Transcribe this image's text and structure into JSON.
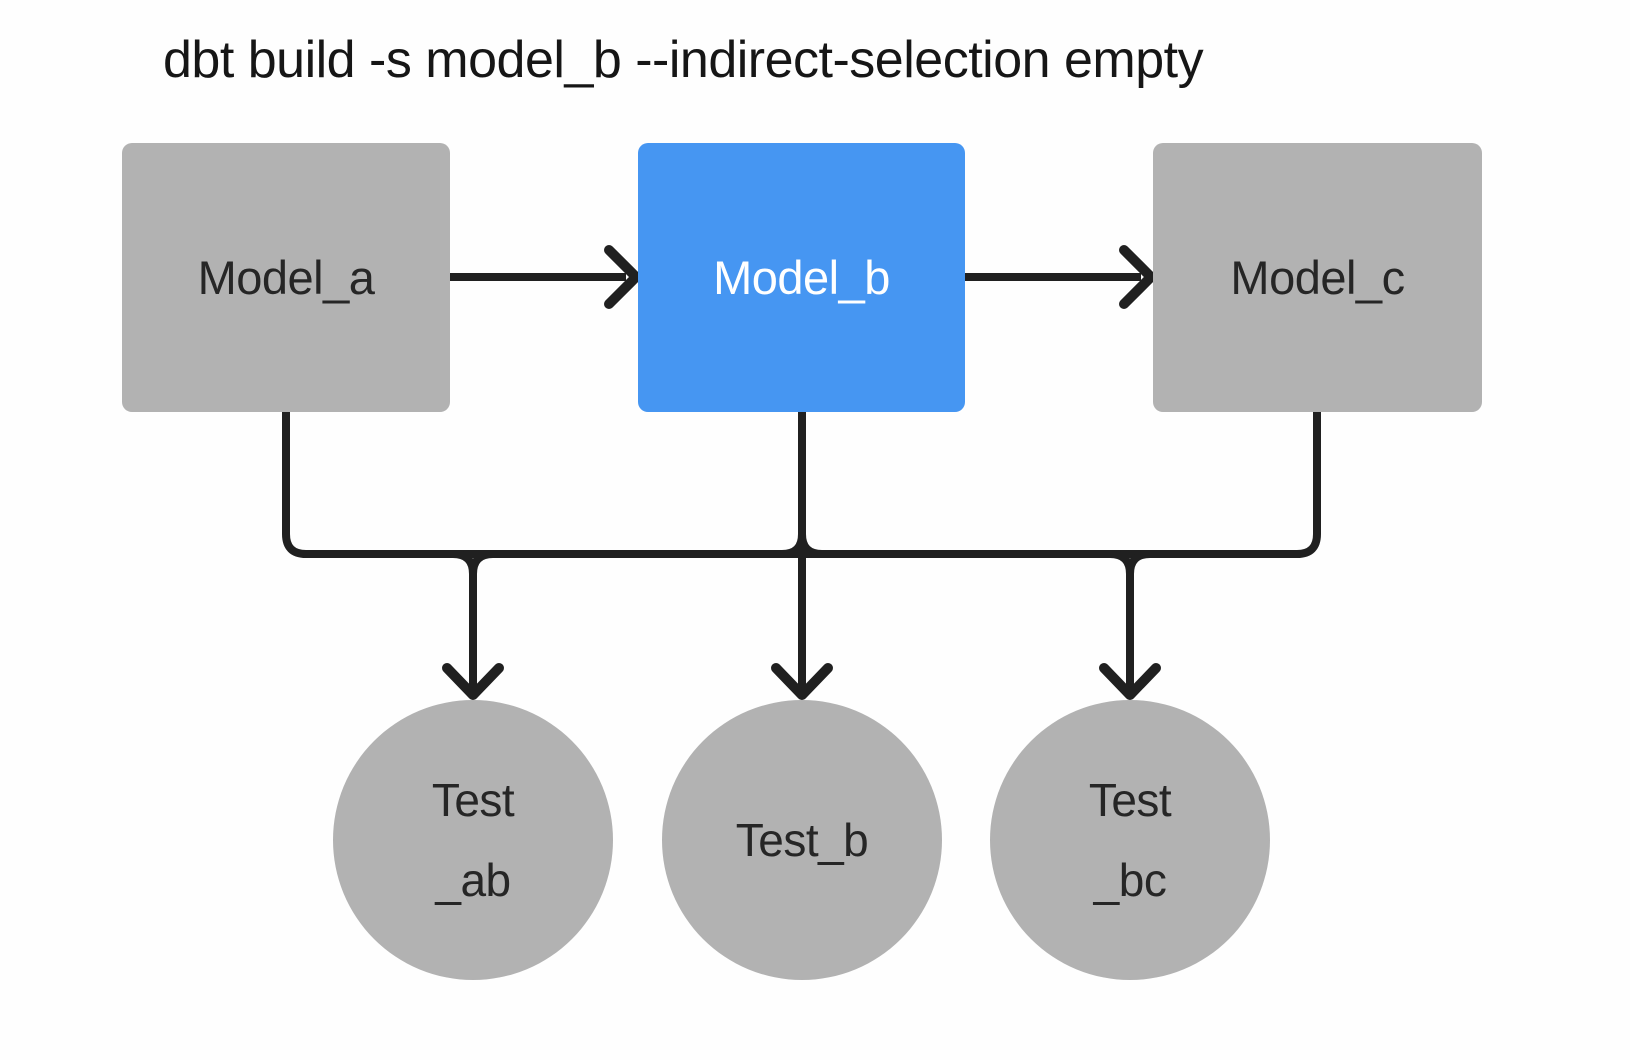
{
  "title": "dbt build -s model_b --indirect-selection empty",
  "colors": {
    "background": "#fefefe",
    "model_default_fill": "#b2b2b2",
    "model_selected_fill": "#4696f2",
    "model_default_text": "#262626",
    "model_selected_text": "#ffffff",
    "connector_stroke": "#202020",
    "title_text": "#161616"
  },
  "diagram": {
    "models": [
      {
        "id": "model_a",
        "label": "Model_a",
        "selected": false
      },
      {
        "id": "model_b",
        "label": "Model_b",
        "selected": true
      },
      {
        "id": "model_c",
        "label": "Model_c",
        "selected": false
      }
    ],
    "tests": [
      {
        "id": "test_ab",
        "line1": "Test",
        "line2": "_ab"
      },
      {
        "id": "test_b",
        "line1": "Test_b",
        "line2": ""
      },
      {
        "id": "test_bc",
        "line1": "Test",
        "line2": "_bc"
      }
    ],
    "edges": [
      {
        "from": "model_a",
        "to": "model_b"
      },
      {
        "from": "model_b",
        "to": "model_c"
      },
      {
        "from": "model_a",
        "to": "test_ab"
      },
      {
        "from": "model_b",
        "to": "test_ab"
      },
      {
        "from": "model_b",
        "to": "test_b"
      },
      {
        "from": "model_b",
        "to": "test_bc"
      },
      {
        "from": "model_c",
        "to": "test_bc"
      }
    ]
  }
}
